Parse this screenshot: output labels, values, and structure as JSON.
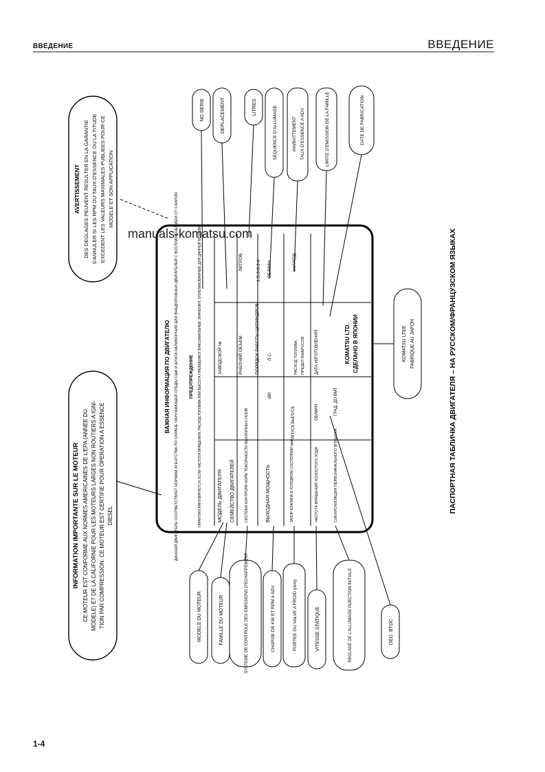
{
  "header": {
    "left": "ВВЕДЕНИЕ",
    "right": "ВВЕДЕНИЕ"
  },
  "page_number": "1-4",
  "watermark": "manuals-komatsu.com",
  "caption": "ПАСПОРТНАЯ ТАБЛИЧКА ДВИГАТЕЛЯ – НА РУССКОМ/ФРАНЦУЗСКОМ ЯЗЫКАХ",
  "french": {
    "info_title": "INFORMATION IMPORTANTE SUR LE MOTEUR",
    "info_lines": [
      "CE MOTEUR EST CONFORME AUX NORMES AMERICAINES DE L'EPA (ANNEE DU",
      "MODELE) ET DE LA CALIFORNIE POUR LES MOTEURS LARGES NON ROUTIERS A IGNI-",
      "TION PAR COMPRESSION. CE MOTEUR EST CERTIFIE POUR OPERATION A ESSENCE",
      "DIESEL"
    ],
    "warn_title": "AVERTISSEMENT",
    "warn_lines": [
      "DES DEGLAGES PEUVENT RESULTER EN LA GARANTIE",
      "S'ANNULER SI LES RPM DU TAUX D'ESSENCE OU LA TITUDE",
      "EXCEDENT LES VALEURS MAXIMALES PUBLIEES POUR CE",
      "MODELE ET SON APPLICATION"
    ],
    "top_labels": [
      "NO SERIE",
      "DEPLACEMENT",
      "LITRES",
      "SEQUENCE D'ALLUMAGE",
      "TAUX D'ESSENCE A ADV",
      "LIMITE D'EMISSION DE LA FAMILLE",
      "DATE DE FABRICATION"
    ],
    "top_label_2": [
      "",
      "",
      "",
      "",
      "mm/BATTEMENT",
      "",
      ""
    ],
    "bottom_labels": [
      "MODELE DU MOTEUR",
      "FAMILLE DU MOTEUR",
      "SYSTEME DE CONTROLE DES EMISSIONS D'ECHAPPEMENT",
      "CHARGE DE KW ET RPM A ADV",
      "PORTEE DU VALVE A FROID (mm)",
      "VITESSE STATIQUE",
      "REGLAGE DE L'ALLUMAGE INJECTION INITIALE",
      "DEG. BTDC"
    ],
    "maker": [
      "KOMATSU LTEE",
      "FABRIQUE AU JAPON"
    ]
  },
  "plate": {
    "title": "ВАЖНАЯ ИНФОРМАЦИЯ ПО ДВИГАТЕЛЮ",
    "intro": "ДАННЫЙ ДВИГАТЕЛЬ СООТВЕТСТВУЕТ НОРМАМ АГЕНТСТВА ПО ОХРАНЕ ОКРУЖАЮЩЕЙ СРЕДЫ США И ШТАТА КАЛИФОРНИЯ ДЛЯ ВНЕДОРОЖНЫХ ДВИГАТЕЛЕЙ С ВОСПЛАМЕНЕНИЕМ ОТ СЖАТИЯ",
    "warn_title": "ПРЕДУПРЕЖДЕНИЕ",
    "warn_text": "ГАРАНТИЯ АННУЛИРУЕТСЯ, ЕСЛИ ЧАСТОТА ВРАЩЕНИЯ, РАСХОД ТОПЛИВА ИЛИ ВЫСОТА ПРЕВЫШАЮТ МАКСИМАЛЬНЫЕ ЗНАЧЕНИЯ, ОПУБЛИКОВАННЫЕ ДЛЯ ДАННОЙ МОДЕЛИ",
    "left_col": [
      "МОДЕЛЬ ДВИГАТЕЛЯ",
      "СЕМЕЙСТВО ДВИГАТЕЛЕЙ",
      "СИСТЕМА КОНТРОЛЯ НОРМ ТОКСИЧНОСТИ ВЫХЛОПНЫХ ГАЗОВ",
      "ВЫХОДНАЯ МОЩНОСТЬ",
      "ЗАЗОР КЛАПАНА В ХОЛОДНОМ СОСТОЯНИИ (мм)",
      "ЧАСТОТА ВРАЩЕНИЯ ХОЛОСТОГО ХОДА",
      "СИНХРОНИЗАЦИЯ ПЕРВОНАЧАЛЬНОГО ВПРЫСКА"
    ],
    "mid_col": [
      "",
      "",
      "",
      "кВт",
      "ВПУСК  ВЫПУСК",
      "ОБ/МИН",
      "ГРАД. ДО ВМТ"
    ],
    "right_col": [
      "ЗАВОДСКОЙ №",
      "РАБОЧИЙ ОБЪЕМ",
      "ПОРЯДОК РАБОТЫ ЦИЛИНДРОВ",
      "Л.С.",
      "РАСХОД ТОПЛИВА",
      "ПРЕДЕЛ ВЫБРОСОВ",
      "ДАТА ИЗГОТОВЛЕНИЯ"
    ],
    "right_val": [
      "",
      "ЛИТРОВ",
      "1-5-3-6-2-4",
      "ОБ/МИН",
      "мм³/ХОД",
      "",
      ""
    ],
    "maker": [
      "KOMATSU LTD.",
      "СДЕЛАНО В ЯПОНИИ"
    ]
  }
}
